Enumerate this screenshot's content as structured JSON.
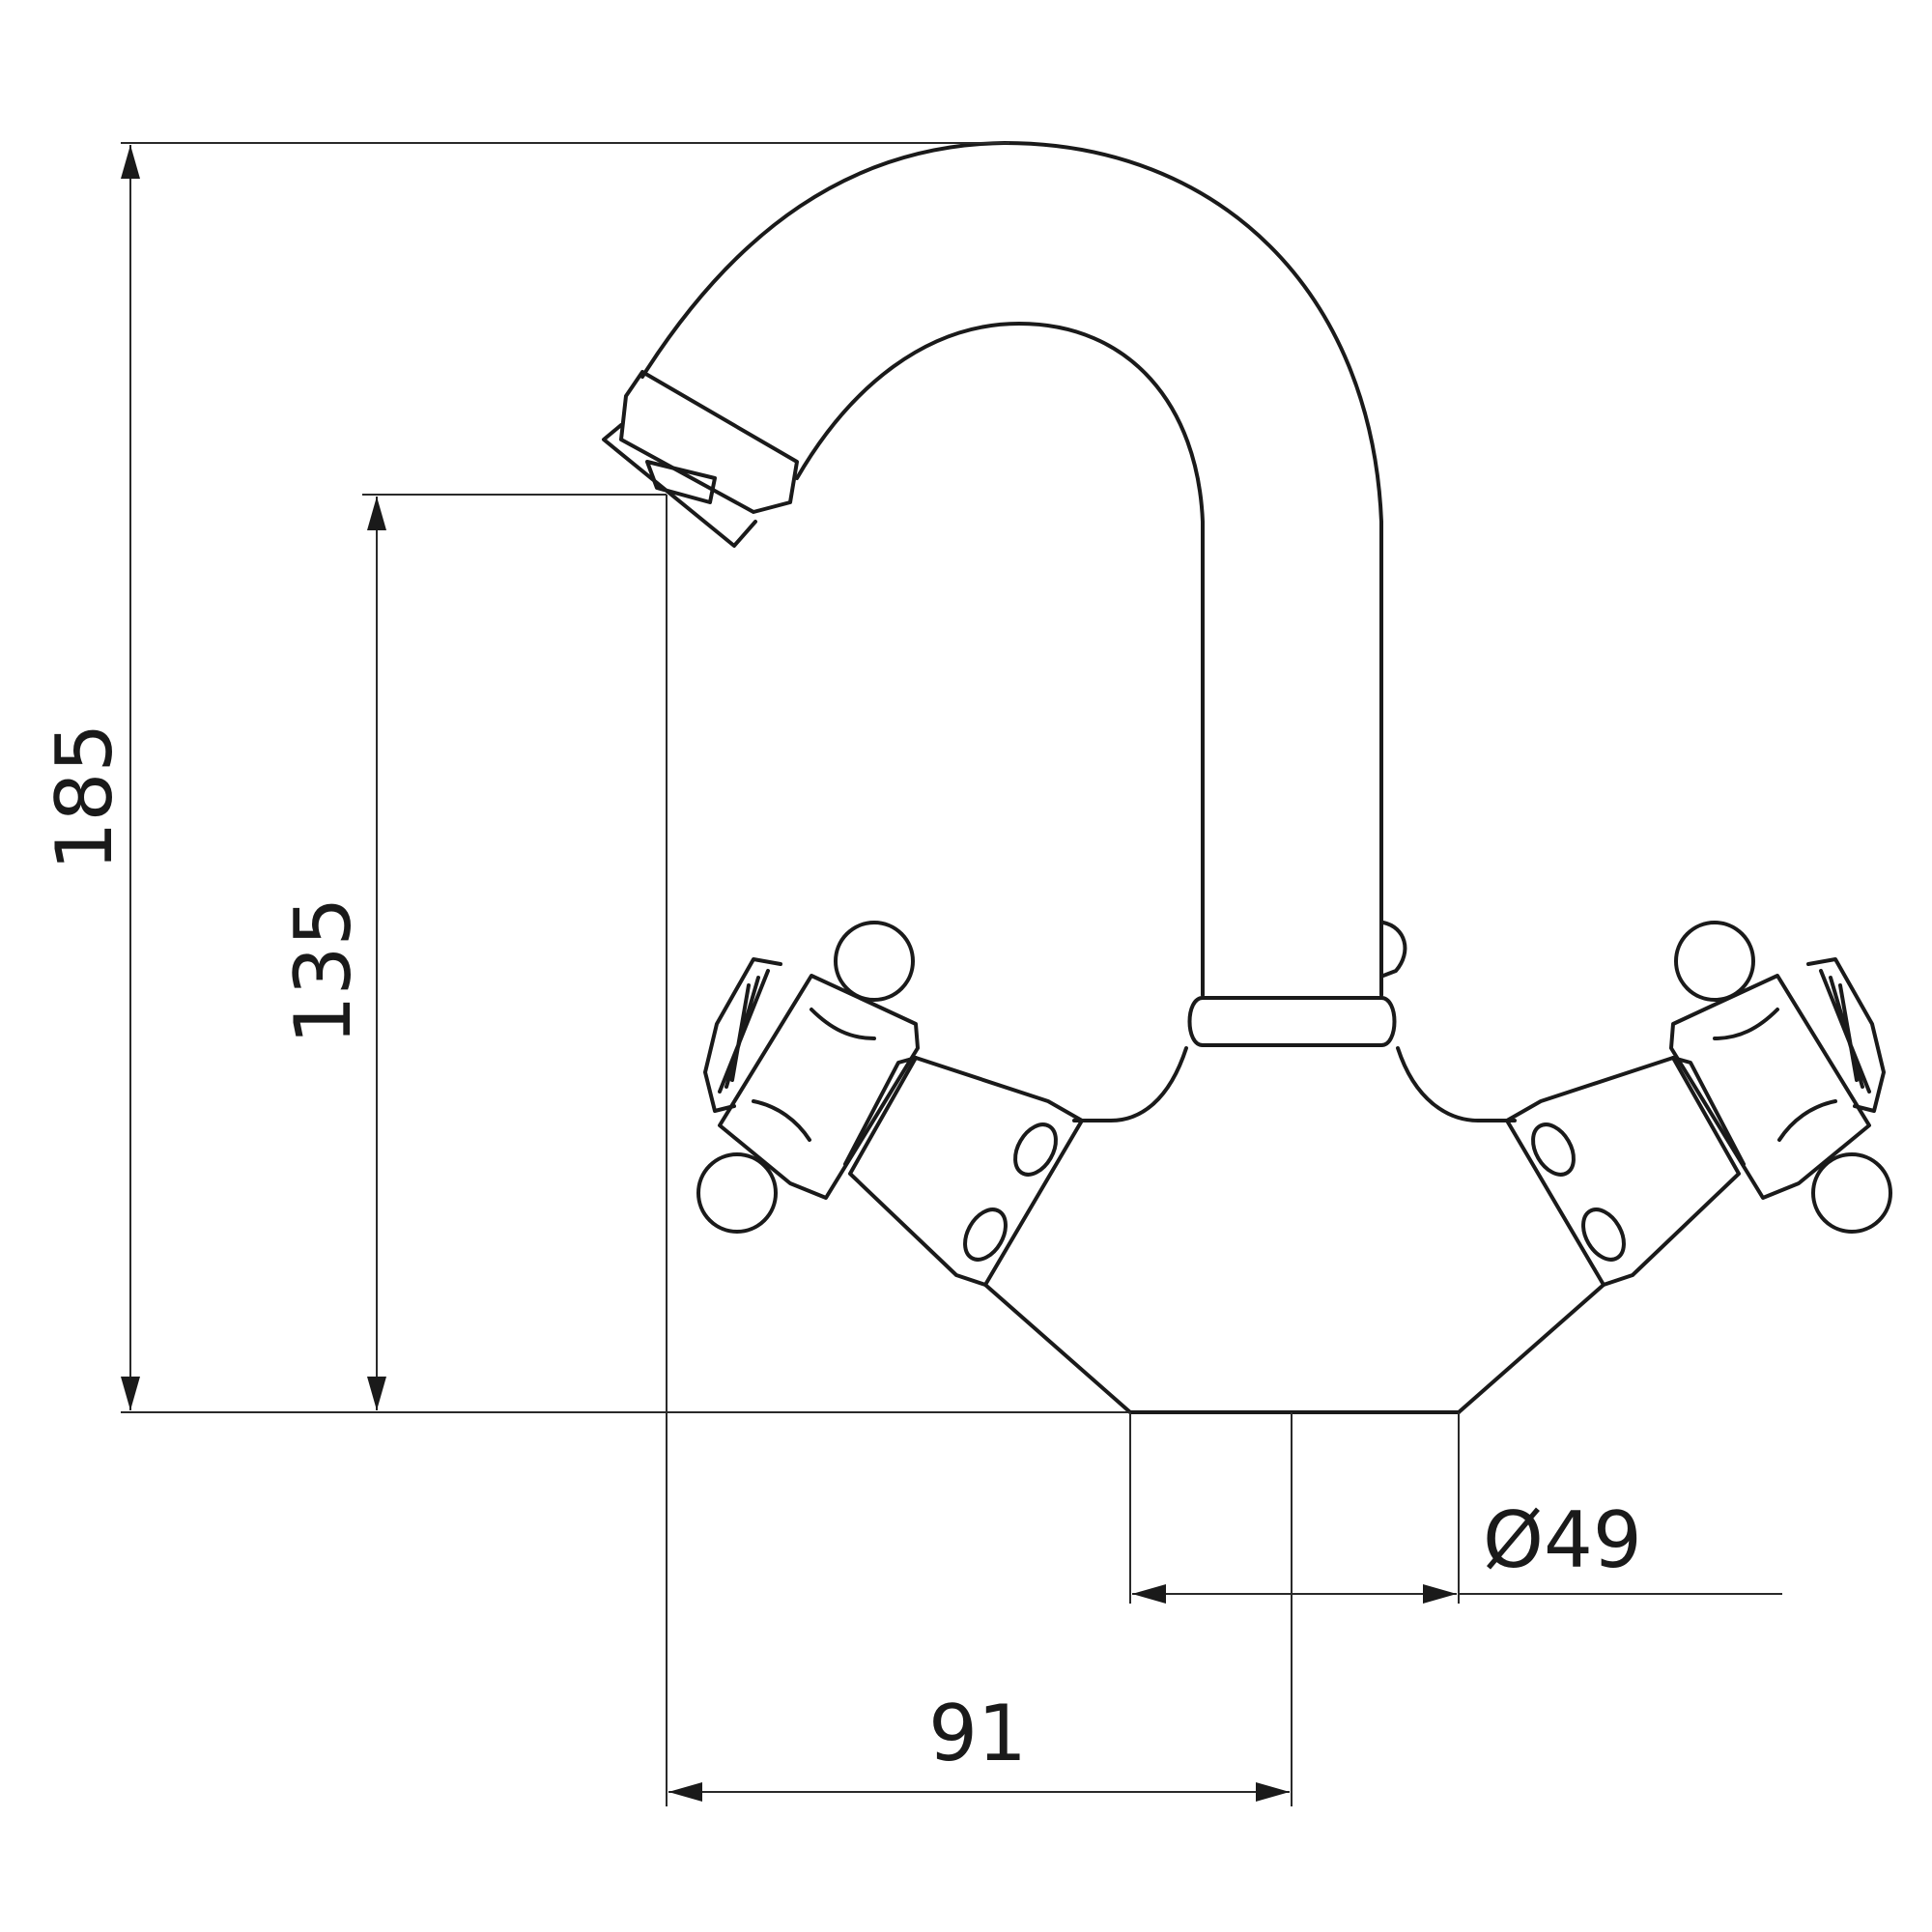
{
  "diagram": {
    "type": "technical-dimension-drawing",
    "colors": {
      "line": "#1a1a1a",
      "background": "#ffffff"
    },
    "dimensions": {
      "overall_height": "185",
      "spout_height": "135",
      "spout_reach": "91",
      "base_diameter": "Ø49"
    }
  }
}
